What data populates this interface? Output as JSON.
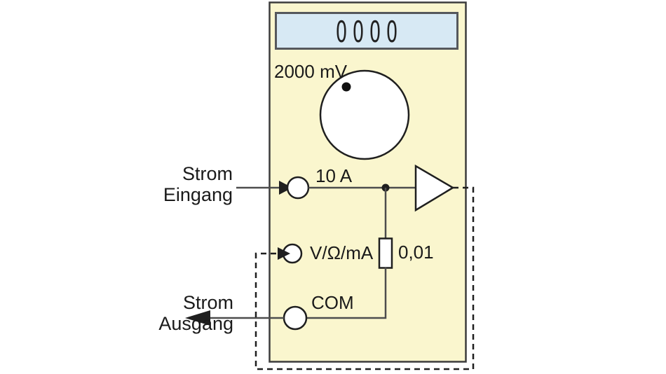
{
  "device": {
    "display_value": "0000",
    "range_label": "2000 mV",
    "shunt_label": "0,01",
    "jacks": {
      "current": "10 A",
      "volt_ohm_ma": "V/Ω/mA",
      "common": "COM"
    }
  },
  "labels": {
    "input_line1": "Strom",
    "input_line2": "Eingang",
    "output_line1": "Strom",
    "output_line2": "Ausgang"
  },
  "colors": {
    "page-bg": "#ffffff",
    "body-fill": "#faf6ce",
    "body-stroke": "#3c3c3c",
    "display-fill": "#d7e9f4",
    "display-stroke": "#55585c",
    "wire": "#4d4d4d",
    "outline": "#1f1f1f",
    "text": "#1a1a1a"
  }
}
